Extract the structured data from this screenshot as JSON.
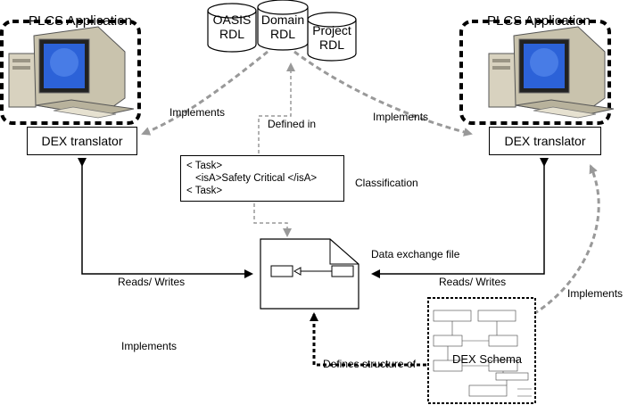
{
  "left_app": {
    "title": "PLCS Application",
    "translator": "DEX translator"
  },
  "right_app": {
    "title": "PLCS Application",
    "translator": "DEX translator"
  },
  "rdls": [
    {
      "line1": "OASIS",
      "line2": "RDL"
    },
    {
      "line1": "Domain",
      "line2": "RDL"
    },
    {
      "line1": "Project",
      "line2": "RDL"
    }
  ],
  "edges": {
    "implements_left": "Implements",
    "implements_center": "Implements",
    "implements_right": "Implements",
    "implements_bottom": "Implements",
    "defined_in": "Defined in",
    "reads_writes_left": "Reads/ Writes",
    "reads_writes_right": "Reads/ Writes",
    "defines_structure": "Defines structure of"
  },
  "classification": {
    "label": "Classification",
    "line1": "< Task>",
    "line2": "<isA>Safety Critical </isA>",
    "line3": "< Task>"
  },
  "data_exchange_file": {
    "label": "Data exchange file"
  },
  "dex_schema": {
    "label": "DEX Schema"
  },
  "colors": {
    "arrow_gray": "#999999",
    "line": "#000000",
    "screen_blue": "#2c62d8",
    "monitor_beige": "#d8d2bf"
  }
}
